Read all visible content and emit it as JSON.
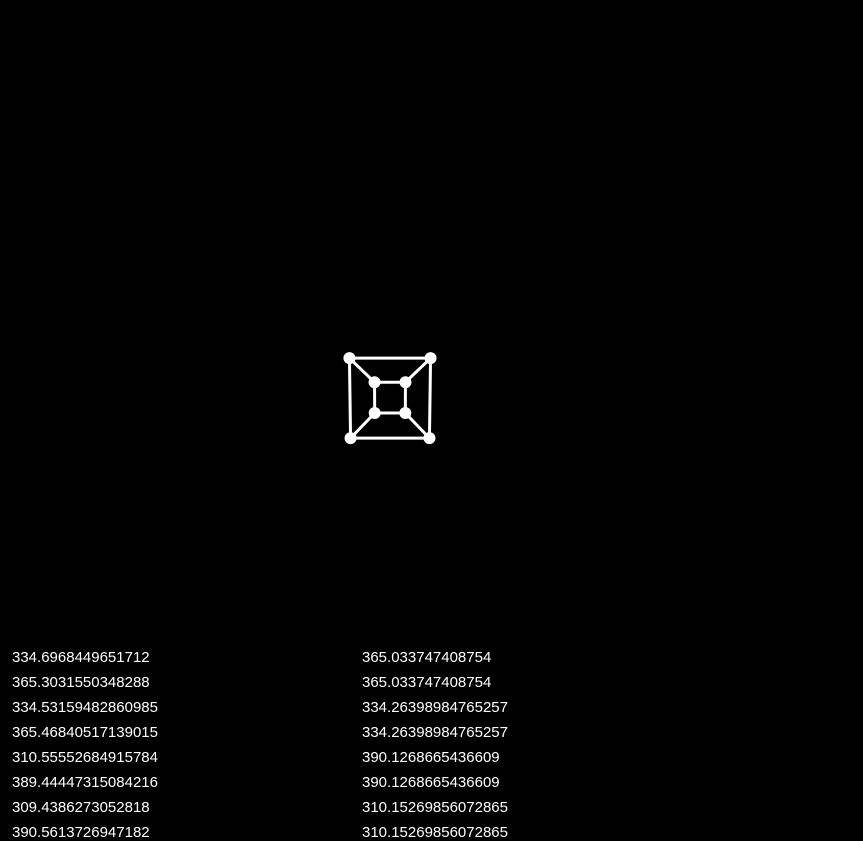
{
  "colors": {
    "background": "#000000",
    "wire": "#ffffff",
    "text": "#ffffff"
  },
  "readouts": {
    "left": [
      "334.6968449651712",
      "365.3031550348288",
      "334.53159482860985",
      "365.46840517139015",
      "310.55552684915784",
      "389.44447315084216",
      "309.4386273052818",
      "390.5613726947182"
    ],
    "right": [
      "365.033747408754",
      "365.033747408754",
      "334.26398984765257",
      "334.26398984765257",
      "390.1268665436609",
      "390.1268665436609",
      "310.15269856072865",
      "310.15269856072865"
    ]
  }
}
